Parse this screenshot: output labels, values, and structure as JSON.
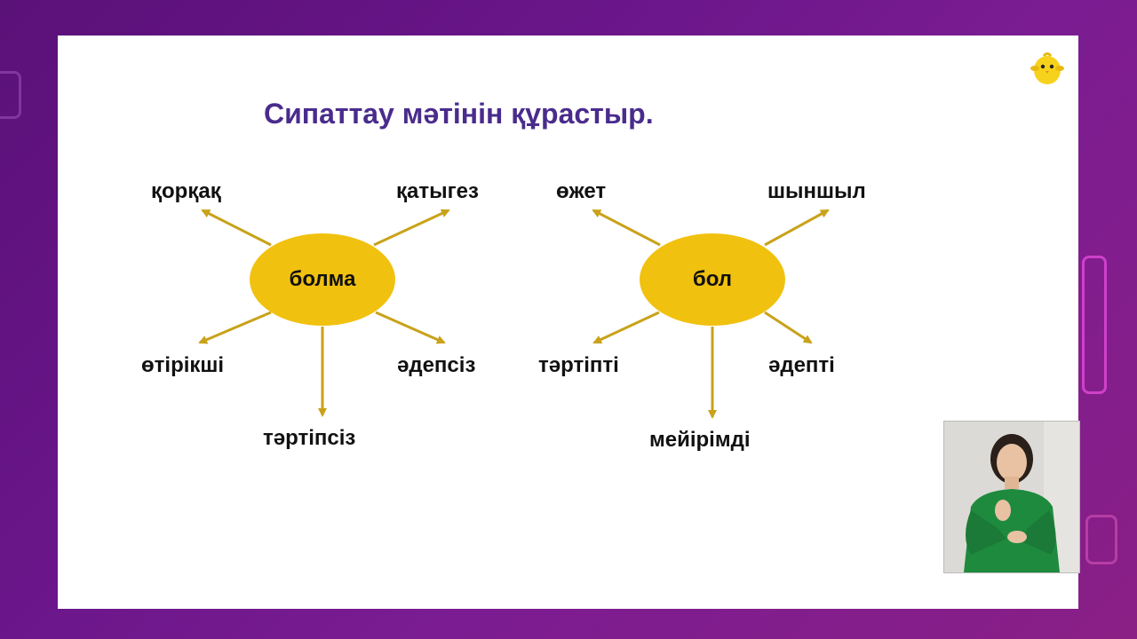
{
  "slide": {
    "title": "Сипаттау мәтінін құрастыр."
  },
  "diagrams": [
    {
      "center": "болма",
      "words": {
        "top_left": "қорқақ",
        "top_right": "қатыгез",
        "bottom_left": "өтірікші",
        "bottom_center": "тәртіпсіз",
        "bottom_right": "әдепсіз"
      }
    },
    {
      "center": "бол",
      "words": {
        "top_left": "өжет",
        "top_right": "шыншыл",
        "bottom_left": "тәртіпті",
        "bottom_center": "мейірімді",
        "bottom_right": "әдепті"
      }
    }
  ],
  "colors": {
    "ellipse": "#f1c10f",
    "arrow": "#c9a21a",
    "title": "#4a2c8c",
    "background": "#6a168a"
  },
  "icons": {
    "mascot": "yellow-chick-icon",
    "sign_language_window": "sign-language-interpreter"
  }
}
